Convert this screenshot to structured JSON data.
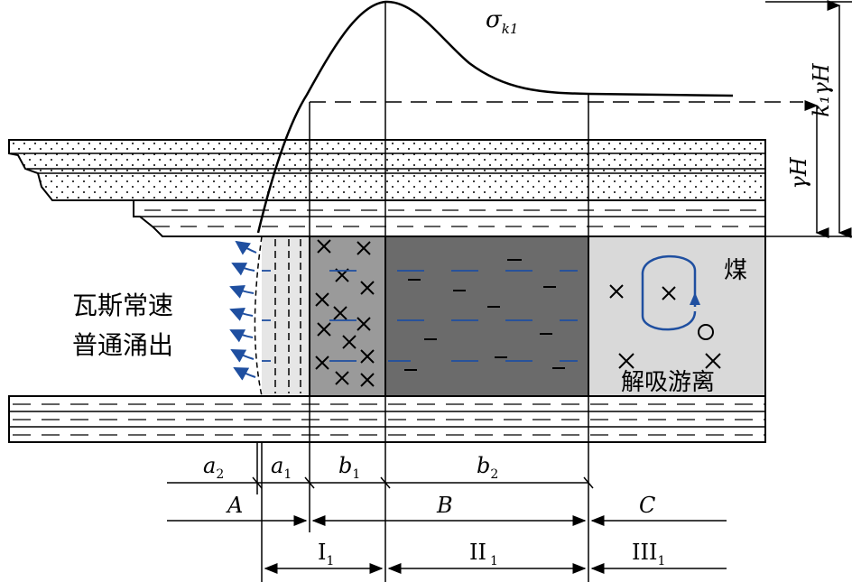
{
  "curve_label": "σ",
  "curve_label_sub": "k1",
  "dim_right_outer": "k₁γH",
  "dim_right_inner": "γH",
  "left_text_line1": "瓦斯常速",
  "left_text_line2": "普通涌出",
  "coal_label": "煤",
  "desorb_label": "解吸游离",
  "row1_labels": {
    "a2": "a",
    "a2_sub": "2",
    "a1": "a",
    "a1_sub": "1",
    "b1": "b",
    "b1_sub": "1",
    "b2": "b",
    "b2_sub": "2"
  },
  "row2_labels": {
    "A": "A",
    "B": "B",
    "C": "C"
  },
  "row3_labels": {
    "I1": "I",
    "I1_sub": "1",
    "II1": "II",
    "II1_sub": "1",
    "III1": "III",
    "III1_sub": "1"
  },
  "colors": {
    "blue_dash": "#1f4fa0",
    "zone_b1": "#9a9a9a",
    "zone_b2": "#6b6b6b",
    "zone_c": "#d9d9d9",
    "zone_a": "#e6e6e6"
  }
}
